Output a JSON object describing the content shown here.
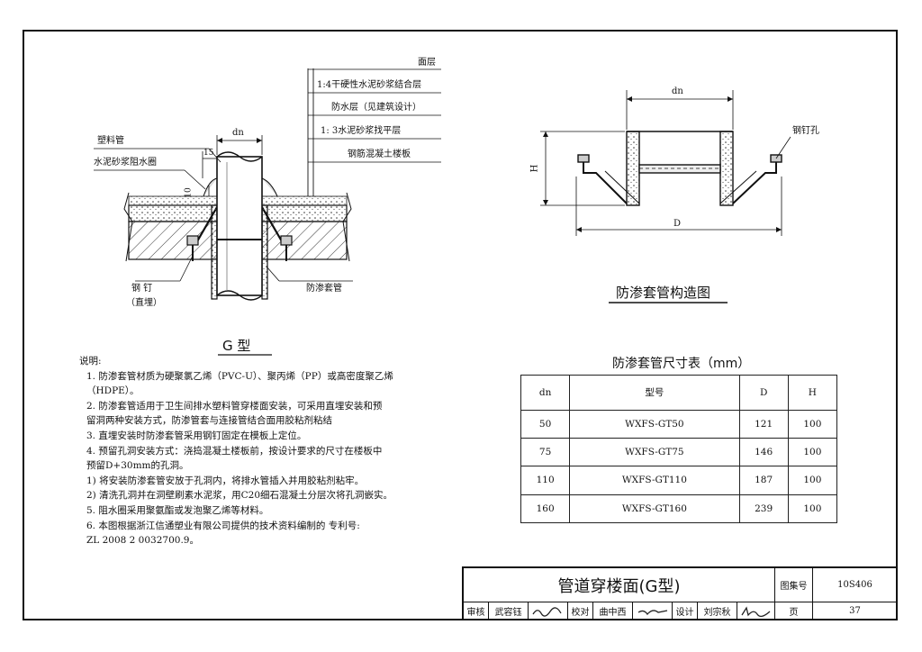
{
  "drawing_left": {
    "layers": [
      "面层",
      "1:4干硬性水泥砂浆结合层",
      "防水层（见建筑设计）",
      "1: 3水泥砂浆找平层",
      "钢筋混凝土楼板"
    ],
    "pipe_label": "塑料管",
    "ring_label": "水泥砂浆阻水圈",
    "dim_dn": "dn",
    "dim_15": "15",
    "dim_10": "10",
    "nail_label": "钢  钉",
    "nail_sub": "（直埋）",
    "sleeve_label": "防渗套管",
    "caption": "G 型"
  },
  "drawing_right": {
    "dim_dn": "dn",
    "dim_H": "H",
    "dim_D": "D",
    "hole_label": "钢钉孔",
    "caption": "防渗套管构造图"
  },
  "notes": {
    "heading": "说明:",
    "lines": [
      "1. 防渗套管材质为硬聚氯乙烯（PVC-U）、聚丙烯（PP）或高密度聚乙烯",
      "   （HDPE）。",
      "2. 防渗套管适用于卫生间排水塑料管穿楼面安装，可采用直埋安装和预",
      "   留洞两种安装方式，防渗管套与连接管结合面用胶粘剂粘结",
      "3. 直埋安装时防渗套管采用钢钉固定在模板上定位。",
      "4. 预留孔洞安装方式：浇捣混凝土楼板前，按设计要求的尺寸在楼板中",
      "   预留D+30mm的孔洞。",
      "   1) 将安装防渗套管安放于孔洞内，将排水管插入并用胶粘剂粘牢。",
      "   2) 清洗孔洞并在洞壁刷素水泥浆，用C20细石混凝土分层次将孔洞嵌实。",
      "5. 阻水圈采用聚氨酯或发泡聚乙烯等材料。",
      "6. 本图根据浙江信通塑业有限公司提供的技术资料编制的   专利号:",
      "   ZL 2008 2 0032700.9。"
    ]
  },
  "table": {
    "title": "防渗套管尺寸表（mm）",
    "headers": [
      "dn",
      "型号",
      "D",
      "H"
    ],
    "rows": [
      [
        "50",
        "WXFS-GT50",
        "121",
        "100"
      ],
      [
        "75",
        "WXFS-GT75",
        "146",
        "100"
      ],
      [
        "110",
        "WXFS-GT110",
        "187",
        "100"
      ],
      [
        "160",
        "WXFS-GT160",
        "239",
        "100"
      ]
    ]
  },
  "title_block": {
    "title": "管道穿楼面(G型)",
    "atlas_label": "图集号",
    "atlas_value": "10S406",
    "page_label": "页",
    "page_value": "37",
    "review_label": "审核",
    "review_name": "武容钰",
    "check_label": "校对",
    "check_name": "曲中西",
    "design_label": "设计",
    "design_name": "刘宗秋"
  }
}
